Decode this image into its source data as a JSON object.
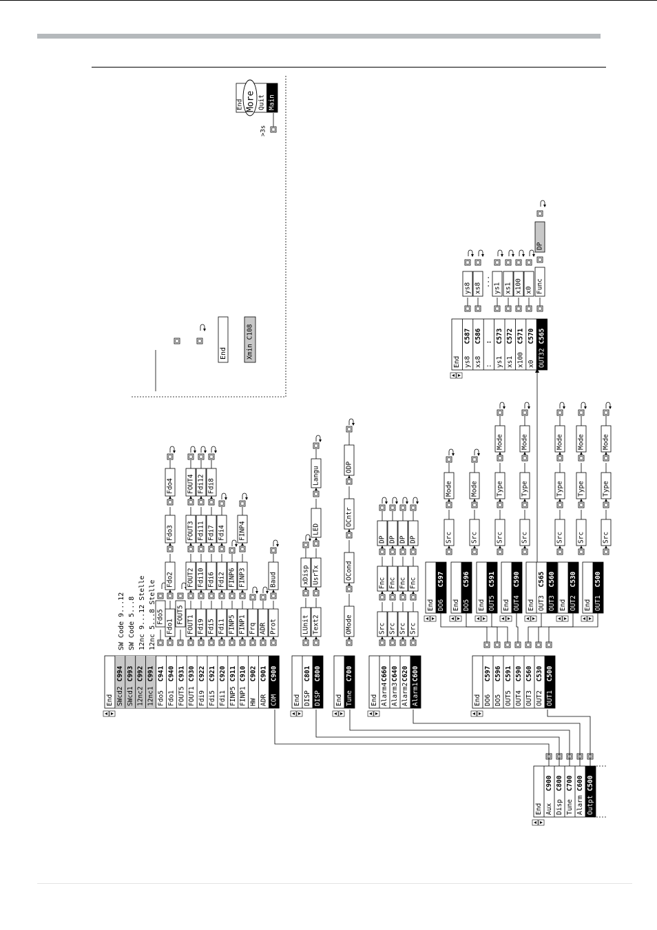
{
  "root_menu": {
    "rows": [
      [
        "End",
        ""
      ],
      [
        "Aux",
        "C900"
      ],
      [
        "Disp",
        "C800"
      ],
      [
        "Tune",
        "C700"
      ],
      [
        "Alarm",
        "C600"
      ],
      [
        "Outpt",
        "C500"
      ]
    ]
  },
  "aux_menu": {
    "rows": [
      [
        "End",
        ""
      ],
      [
        "SWcd2",
        "C994"
      ],
      [
        "SWcd1",
        "C993"
      ],
      [
        "12nc2",
        "C992"
      ],
      [
        "12nc1",
        "C991"
      ],
      [
        "Fdo5",
        "C941"
      ],
      [
        "Fdo1",
        "C940"
      ],
      [
        "FOUT5",
        "C931"
      ],
      [
        "FOUT1",
        "C930"
      ],
      [
        "Fdi9",
        "C922"
      ],
      [
        "Fdi5",
        "C921"
      ],
      [
        "Fdi1",
        "C920"
      ],
      [
        "FINP5",
        "C911"
      ],
      [
        "FINP1",
        "C910"
      ],
      [
        "HW",
        "C902"
      ],
      [
        "ADR",
        "C901"
      ],
      [
        "COM",
        "C900"
      ]
    ],
    "side_notes": [
      "SW Code 9...12",
      "SW Code 5...8",
      "12nc 9...12 Stelle",
      "12nc 5...8 Stelle"
    ],
    "params": [
      [
        "Fdo5"
      ],
      [
        "Fdo1",
        "Fdo2",
        "Fdo3",
        "Fdo4"
      ],
      [
        "FOUT5"
      ],
      [
        "FOUT1",
        "FOUT2",
        "FOUT3",
        "FOUT4"
      ],
      [
        "Fdi9",
        "Fdi10",
        "Fdi11",
        "Fdi12"
      ],
      [
        "Fdi5",
        "Fdi6",
        "Fdi7",
        "Fdi8"
      ],
      [
        "Fdi1",
        "Fdi2",
        "Fdi4"
      ],
      [
        "FINP5",
        "FINP6"
      ],
      [
        "FINP1",
        "FINP3",
        "FINP4"
      ],
      [
        "Frq"
      ],
      [
        "ADR"
      ],
      [
        "Prot",
        "Baud"
      ]
    ]
  },
  "disp_menu": {
    "rows": [
      [
        "End",
        ""
      ],
      [
        "DISP",
        "C801"
      ],
      [
        "DISP",
        "C800"
      ]
    ],
    "params": [
      [
        "LUnit",
        "xDisp"
      ],
      [
        "Text2",
        "UsrTx",
        "LED",
        "Langu"
      ]
    ]
  },
  "tune_menu": {
    "rows": [
      [
        "End",
        ""
      ],
      [
        "Tune",
        "C700"
      ]
    ],
    "params": [
      [
        "OMode",
        "OCond",
        "OCntr",
        "ODP"
      ]
    ]
  },
  "alarm_menu": {
    "rows": [
      [
        "End",
        ""
      ],
      [
        "Alarm4",
        "C660"
      ],
      [
        "Alarm3",
        "C640"
      ],
      [
        "Alarm2",
        "C620"
      ],
      [
        "Alarm1",
        "C600"
      ]
    ],
    "params": [
      "Src",
      "Fnc",
      "DP"
    ]
  },
  "outpt_menu": {
    "rows": [
      [
        "End",
        ""
      ],
      [
        "DO6",
        "C597"
      ],
      [
        "DO5",
        "C596"
      ],
      [
        "OUT5",
        "C591"
      ],
      [
        "OUT4",
        "C590"
      ],
      [
        "OUT3",
        "C560"
      ],
      [
        "OUT2",
        "C530"
      ],
      [
        "OUT1",
        "C500"
      ]
    ]
  },
  "out_submenus": [
    {
      "rows": [
        [
          "End",
          ""
        ],
        [
          "DO6",
          "C597"
        ]
      ],
      "params": [
        "Src",
        "Mode"
      ]
    },
    {
      "rows": [
        [
          "End",
          ""
        ],
        [
          "DO5",
          "C596"
        ]
      ],
      "params": [
        "Src",
        "Mode"
      ]
    },
    {
      "rows": [
        [
          "End",
          ""
        ],
        [
          "OUT5",
          "C591"
        ]
      ],
      "params": [
        "Src",
        "Type",
        "Mode"
      ]
    },
    {
      "rows": [
        [
          "End",
          ""
        ],
        [
          "OUT4",
          "C590"
        ]
      ],
      "params": [
        "Src",
        "Type",
        "Mode"
      ]
    },
    {
      "rows": [
        [
          "End",
          ""
        ],
        [
          "OUT3",
          "C565"
        ],
        [
          "OUT3",
          "C560"
        ]
      ],
      "params": [
        "Src",
        "Type",
        "Mode"
      ]
    },
    {
      "rows": [
        [
          "End",
          ""
        ],
        [
          "OUT2",
          "C530"
        ]
      ],
      "params": [
        "Src",
        "Type",
        "Mode"
      ]
    },
    {
      "rows": [
        [
          "End",
          ""
        ],
        [
          "OUT1",
          "C500"
        ]
      ],
      "params": [
        "Src",
        "Type",
        "Mode"
      ]
    }
  ],
  "out32_menu": {
    "rows": [
      [
        "End",
        ""
      ],
      [
        "ys8",
        "C587"
      ],
      [
        "xs8",
        "C586"
      ],
      [
        ":",
        ":"
      ],
      [
        "ys1",
        "C573"
      ],
      [
        "xs1",
        "C572"
      ],
      [
        "x100",
        "C571"
      ],
      [
        "x0",
        "C570"
      ],
      [
        "OUT32",
        "C565"
      ]
    ],
    "params": [
      "ys8",
      "xs8",
      "...",
      "ys1",
      "xs1",
      "x100",
      "x0",
      "Func",
      "DP"
    ]
  },
  "legend": {
    "end_label": "End",
    "xmin_label": "Xmin C108",
    "more_label": "More",
    "quit_label": "Quit",
    "main_label": "Main",
    "more_end_label": "End",
    "hold_label": ">3s"
  },
  "colors": {
    "black": "#000000",
    "grey": "#c8c8c8",
    "header_bar": "#b5b9bc"
  }
}
